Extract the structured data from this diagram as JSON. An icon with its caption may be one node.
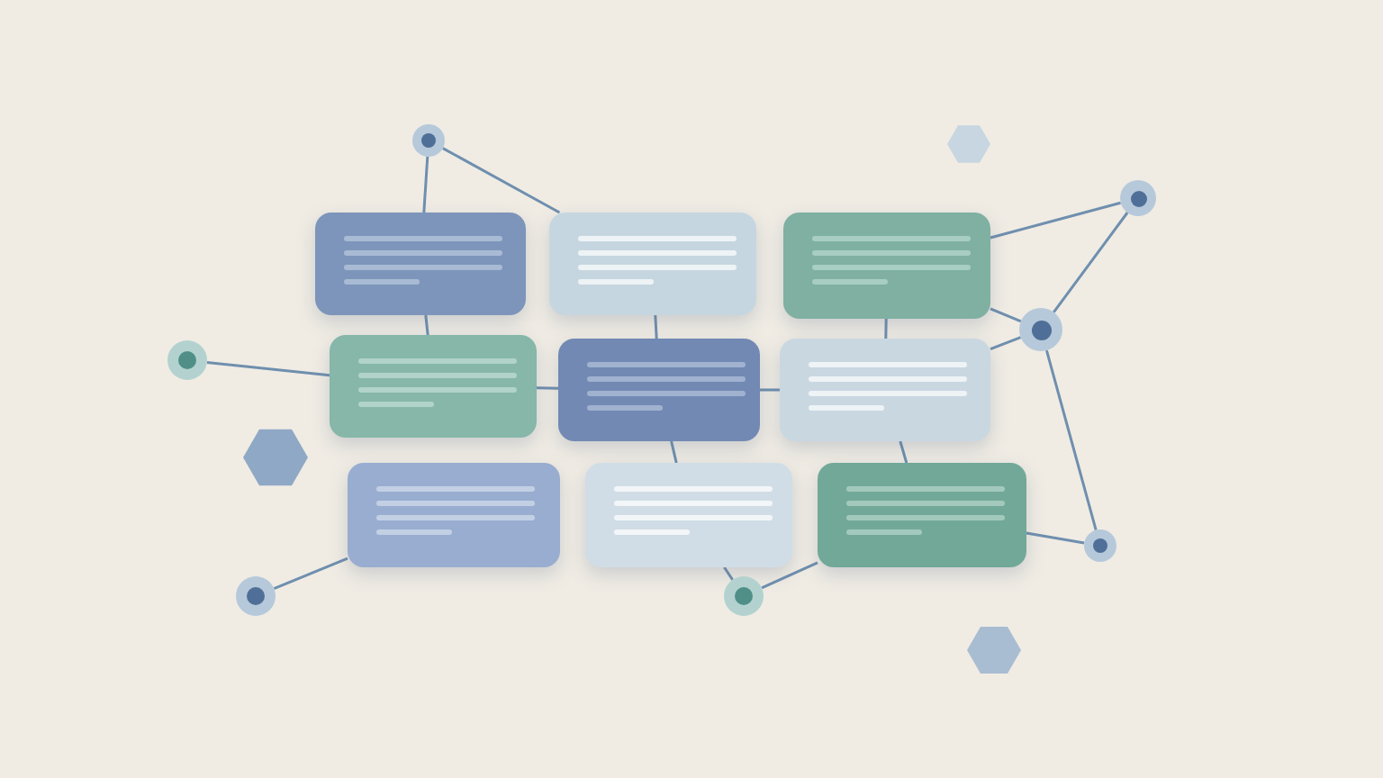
{
  "diagram": {
    "nodes": [
      {
        "text": [],
        "shape": "box"
      },
      {
        "text": [],
        "shape": "box"
      },
      {
        "text": [],
        "shape": "box"
      },
      {
        "text": [],
        "shape": "box"
      },
      {
        "text": [],
        "shape": "box"
      },
      {
        "text": [],
        "shape": "box"
      },
      {
        "text": [],
        "shape": "box"
      },
      {
        "text": [],
        "shape": "box"
      },
      {
        "text": [],
        "shape": "box"
      },
      {
        "text": [],
        "shape": "circle"
      },
      {
        "text": [],
        "shape": "circle"
      },
      {
        "text": [],
        "shape": "circle"
      },
      {
        "text": [],
        "shape": "circle"
      },
      {
        "text": [],
        "shape": "circle"
      },
      {
        "text": [],
        "shape": "circle"
      },
      {
        "text": [],
        "shape": "circle"
      }
    ],
    "edges": [
      {
        "from": 9,
        "to": 0,
        "arrow": "none"
      },
      {
        "from": 9,
        "to": 1,
        "arrow": "none"
      },
      {
        "from": 10,
        "to": 3,
        "arrow": "none"
      },
      {
        "from": 11,
        "to": 6,
        "arrow": "none"
      },
      {
        "from": 12,
        "to": 7,
        "arrow": "none"
      },
      {
        "from": 12,
        "to": 8,
        "arrow": "none"
      },
      {
        "from": 13,
        "to": 2,
        "arrow": "none"
      },
      {
        "from": 13,
        "to": 5,
        "arrow": "none"
      },
      {
        "from": 14,
        "to": 13,
        "arrow": "none"
      },
      {
        "from": 14,
        "to": 2,
        "arrow": "none"
      },
      {
        "from": 15,
        "to": 8,
        "arrow": "none"
      },
      {
        "from": 13,
        "to": 15,
        "arrow": "none"
      },
      {
        "from": 0,
        "to": 3,
        "arrow": "none"
      },
      {
        "from": 1,
        "to": 4,
        "arrow": "none"
      },
      {
        "from": 3,
        "to": 4,
        "arrow": "none"
      },
      {
        "from": 4,
        "to": 5,
        "arrow": "none"
      },
      {
        "from": 4,
        "to": 7,
        "arrow": "none"
      },
      {
        "from": 2,
        "to": 5,
        "arrow": "none"
      },
      {
        "from": 5,
        "to": 8,
        "arrow": "none"
      }
    ]
  }
}
